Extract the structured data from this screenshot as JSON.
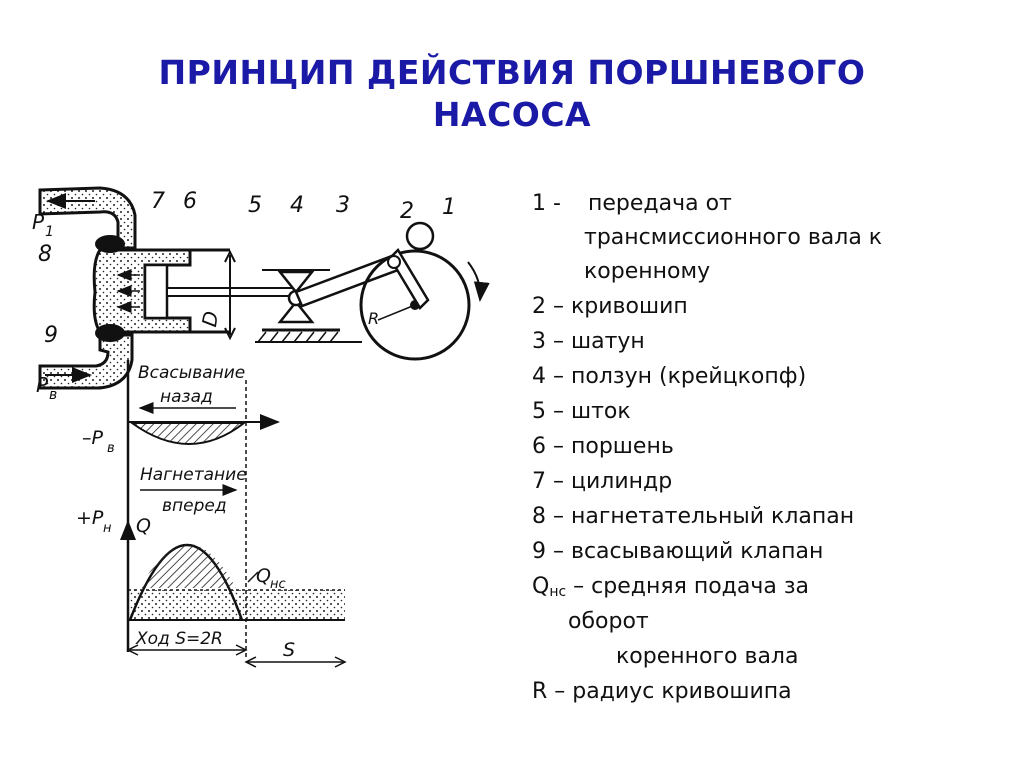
{
  "title": {
    "line1": "ПРИНЦИП ДЕЙСТВИЯ ПОРШНЕВОГО",
    "line2": "НАСОСА"
  },
  "colors": {
    "title": "#1a1aa6",
    "text": "#111111"
  },
  "legend": {
    "item1": {
      "num": "1 -",
      "text_a": "передача от",
      "text_b": "трансмиссионного вала к",
      "text_c": "коренному"
    },
    "item2": "2 – кривошип",
    "item3": "3 – шатун",
    "item4": "4 – ползун (крейцкопф)",
    "item5": "5 – шток",
    "item6": "6 – поршень",
    "item7": "7 – цилиндр",
    "item8": "8 – нагнетательный клапан",
    "item9": "9 – всасывающий клапан",
    "itemQ": {
      "q": "Q",
      "sub": "нс",
      "text_a": " – средняя подача за",
      "text_b": "оборот",
      "text_c": "коренного вала"
    },
    "itemR": "R – радиус кривошипа"
  },
  "diagram": {
    "labels": {
      "n1": "1",
      "n2": "2",
      "n3": "3",
      "n4": "4",
      "n5": "5",
      "n6": "6",
      "n7": "7",
      "n8": "8",
      "n9": "9",
      "p1": "P",
      "p1_sub": "1",
      "pv": "P",
      "pv_sub": "в",
      "D": "D",
      "R": "R",
      "suction_a": "Всасывание",
      "suction_b": "назад",
      "neg_pv": "–P",
      "neg_pv_sub": "в",
      "discharge_a": "Нагнетание",
      "discharge_b": "вперед",
      "pos_ph": "+P",
      "pos_ph_sub": "н",
      "Q": "Q",
      "Qnc": "Q",
      "Qnc_sub": "нс",
      "stroke": "Ход S=2R",
      "S": "S"
    }
  }
}
